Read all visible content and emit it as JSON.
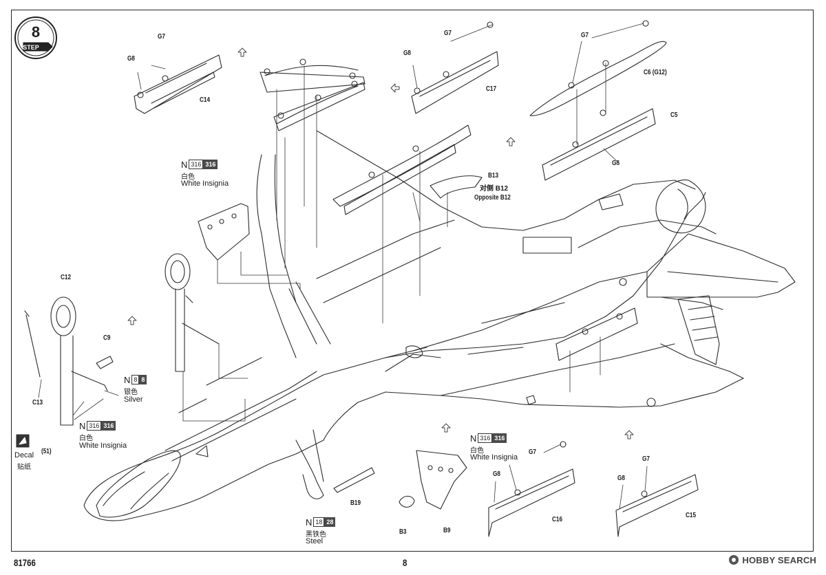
{
  "step": {
    "number": "8",
    "label": "STEP"
  },
  "page": {
    "catalog_number": "81766",
    "page_number": "8"
  },
  "parts": {
    "g7_a": "G7",
    "g8_a": "G8",
    "c14": "C14",
    "g7_b": "G7",
    "g8_b": "G8",
    "c17": "C17",
    "g7_c": "G7",
    "c6": "C6 (G12)",
    "c5": "C5",
    "g8_c": "G8",
    "b13": "B13",
    "b12_cn": "对侧 B12",
    "b12_en": "Opposite B12",
    "c12": "C12",
    "c9": "C9",
    "c13": "C13",
    "ref51": "(51)",
    "b19": "B19",
    "b3": "B3",
    "b9": "B9",
    "g7_d": "G7",
    "g8_d": "G8",
    "c16": "C16",
    "g7_e": "G7",
    "g8_e": "G8",
    "c15": "C15"
  },
  "paints": [
    {
      "n": "N",
      "code1": "316",
      "code2": "316",
      "cn": "白色",
      "en": "White Insignia"
    },
    {
      "n": "N",
      "code1": "8",
      "code2": "8",
      "cn": "银色",
      "en": "Silver"
    },
    {
      "n": "N",
      "code1": "316",
      "code2": "316",
      "cn": "白色",
      "en": "White Insignia"
    },
    {
      "n": "N",
      "code1": "316",
      "code2": "316",
      "cn": "白色",
      "en": "White Insignia"
    },
    {
      "n": "N",
      "code1": "18",
      "code2": "28",
      "cn": "黑铁色",
      "en": "Steel"
    }
  ],
  "decal": {
    "en": "Decal",
    "cn": "贴纸"
  },
  "watermark": {
    "text": "HOBBY SEARCH"
  }
}
